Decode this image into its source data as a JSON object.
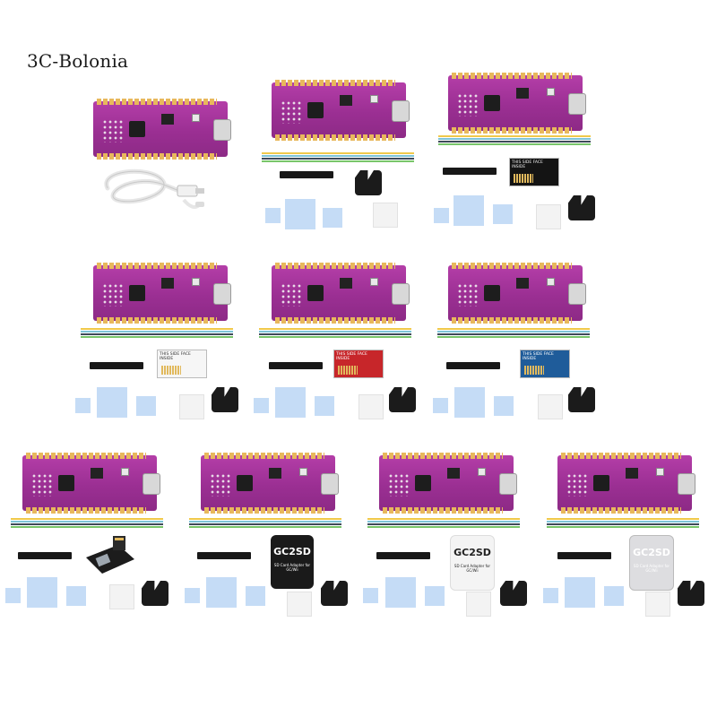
{
  "watermark": "3C-Bolonia",
  "adapter_text": "THIS SIDE FACE INSIDE",
  "sd_brand": "GC2SD",
  "sd_subtexts": [
    "SD Card Adapter for GC/Wii",
    "SD Card Adapter for GC/Wii",
    "SD Card Adapter for GC/Wii"
  ],
  "colors": {
    "board": "#9b2f93",
    "pins": "#e8b85c",
    "pad": "#c5dcf6",
    "wire_yellow": "#f0c94b",
    "wire_blue": "#7ec4d8",
    "wire_dark": "#3d4a59",
    "wire_green": "#78c56a",
    "adapter_red": "#c7262a",
    "adapter_blue": "#1f5c9a"
  },
  "icons": [
    "board",
    "usb-cable",
    "wire-set",
    "pin-header",
    "thermal-pad",
    "stand",
    "sd-adapter"
  ]
}
